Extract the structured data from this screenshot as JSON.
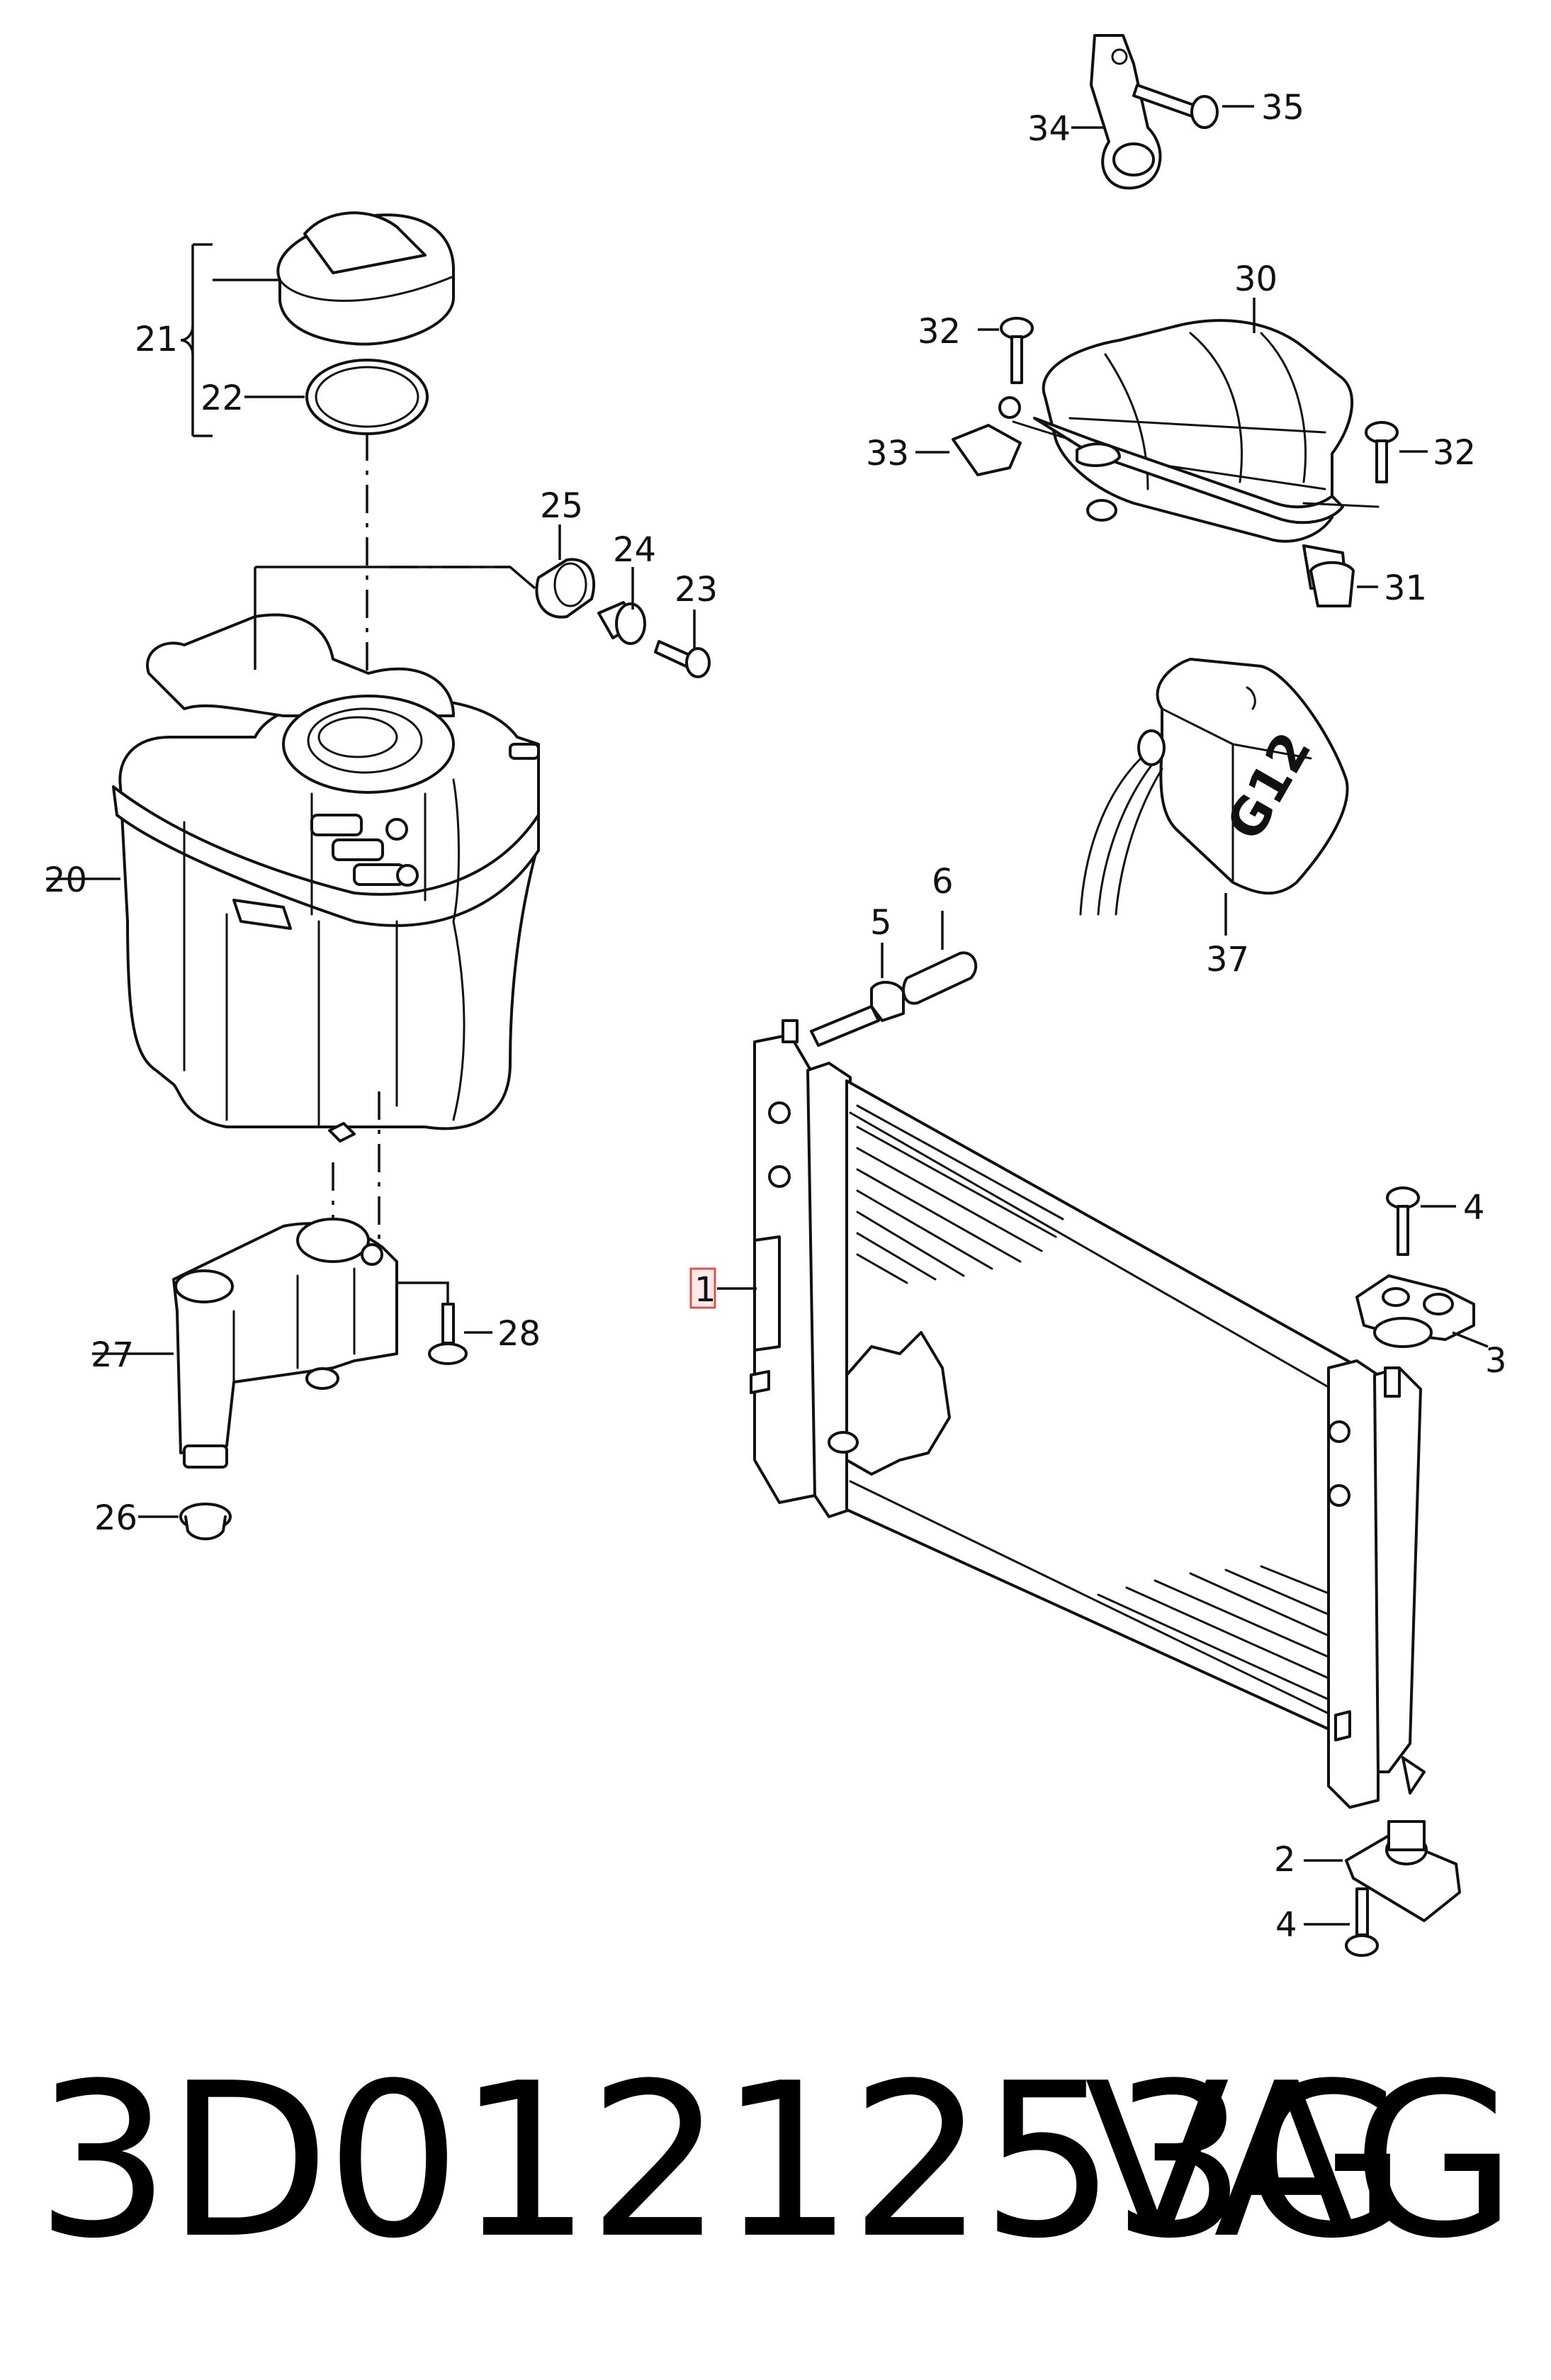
{
  "footer": {
    "part_number": "3D0121253G",
    "brand": "VAG"
  },
  "callouts": {
    "c1": "1",
    "c2": "2",
    "c3": "3",
    "c4a": "4",
    "c4b": "4",
    "c5": "5",
    "c6": "6",
    "c20": "20",
    "c21": "21",
    "c22": "22",
    "c23": "23",
    "c24": "24",
    "c25": "25",
    "c26": "26",
    "c27": "27",
    "c28": "28",
    "c30": "30",
    "c31": "31",
    "c32a": "32",
    "c32b": "32",
    "c33": "33",
    "c34": "34",
    "c35": "35",
    "c37": "37"
  },
  "coolant_label": "G12",
  "colors": {
    "line": "#111111",
    "highlight_fill": "#fde8ea",
    "highlight_stroke": "#d9534f"
  }
}
